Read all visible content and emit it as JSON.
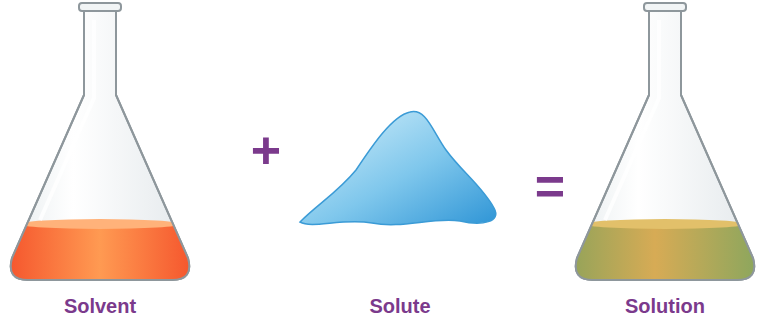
{
  "diagram": {
    "labels": [
      "Solvent",
      "+",
      "Solute",
      "=",
      "Solution"
    ]
  }
}
